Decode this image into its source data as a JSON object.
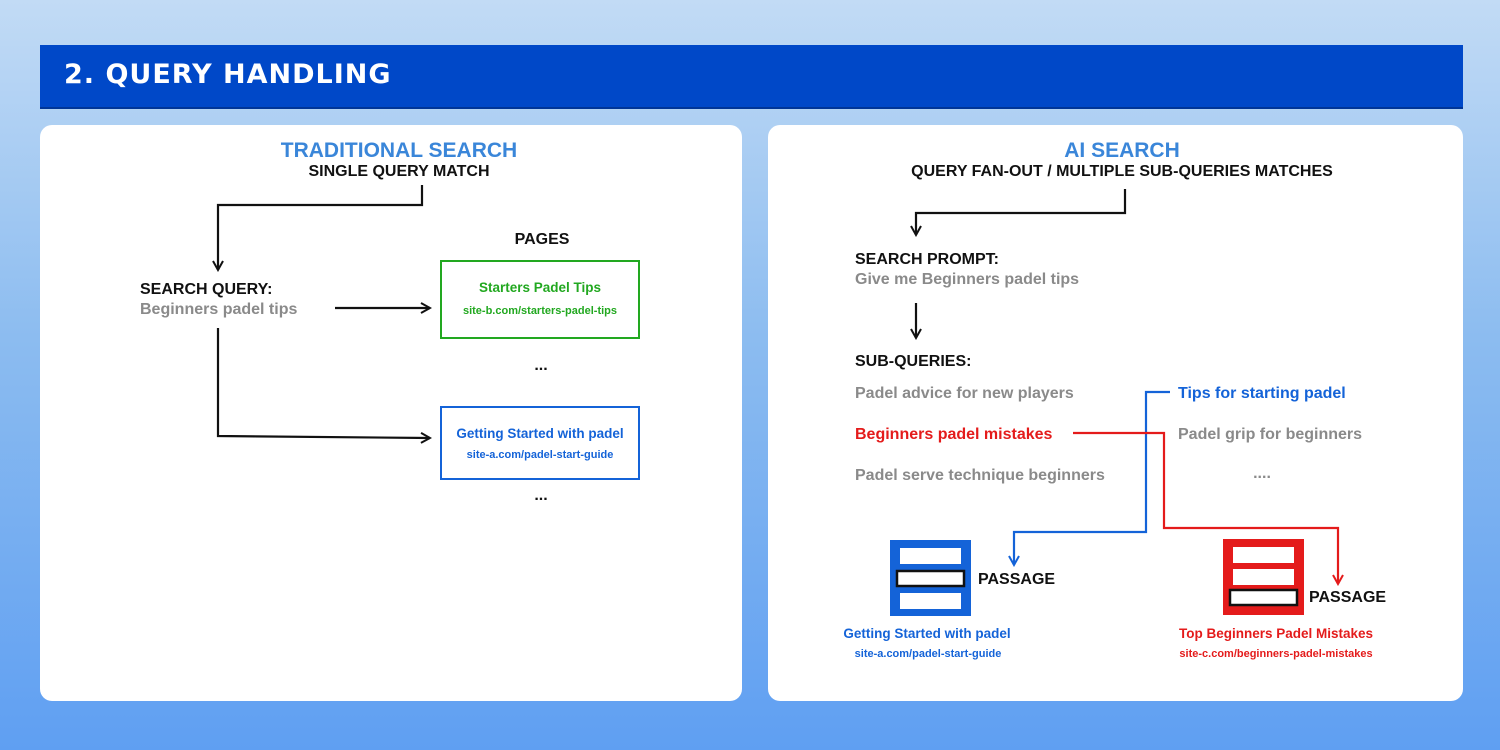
{
  "banner": {
    "title": "2. QUERY HANDLING"
  },
  "traditional": {
    "title": "TRADITIONAL SEARCH",
    "subtitle": "SINGLE QUERY MATCH",
    "query_label": "SEARCH QUERY:",
    "query_text": "Beginners padel tips",
    "pages_label": "PAGES",
    "pages": [
      {
        "title": "Starters Padel Tips",
        "url": "site-b.com/starters-padel-tips",
        "color": "#22a820"
      },
      {
        "title": "Getting Started with padel",
        "url": "site-a.com/padel-start-guide",
        "color": "#1463d8"
      }
    ],
    "ellipsis": "..."
  },
  "ai": {
    "title": "AI SEARCH",
    "subtitle": "QUERY FAN-OUT / MULTIPLE SUB-QUERIES MATCHES",
    "prompt_label": "SEARCH PROMPT:",
    "prompt_text": "Give me Beginners padel tips",
    "subqueries_label": "SUB-QUERIES:",
    "subqueries": [
      {
        "text": "Padel advice for new players",
        "color": "#8a8a8a"
      },
      {
        "text": "Tips for starting padel",
        "color": "#1463d8"
      },
      {
        "text": "Beginners padel mistakes",
        "color": "#e41b1b"
      },
      {
        "text": "Padel grip for beginners",
        "color": "#8a8a8a"
      },
      {
        "text": "Padel serve technique beginners",
        "color": "#8a8a8a"
      },
      {
        "text": "....",
        "color": "#8a8a8a"
      }
    ],
    "passage_label": "PASSAGE",
    "results": [
      {
        "title": "Getting Started with padel",
        "url": "site-a.com/padel-start-guide",
        "color": "#1463d8"
      },
      {
        "title": "Top Beginners Padel Mistakes",
        "url": "site-c.com/beginners-padel-mistakes",
        "color": "#e41b1b"
      }
    ]
  },
  "colors": {
    "banner": "#0048c8",
    "accent_heading": "#3a86d9",
    "blue": "#1463d8",
    "red": "#e41b1b",
    "green": "#22a820",
    "grey": "#8a8a8a"
  }
}
